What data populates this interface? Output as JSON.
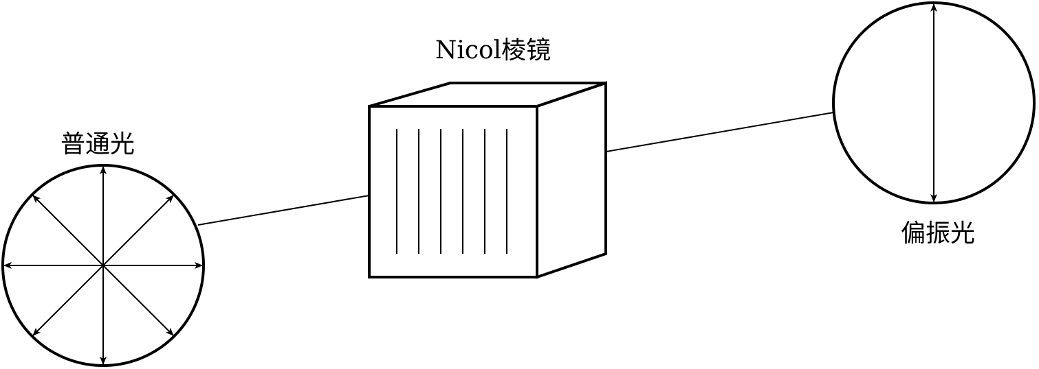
{
  "labels": {
    "natural_light": "普通光",
    "prism": "Nicol棱镜",
    "polarized_light": "偏振光"
  },
  "colors": {
    "stroke": "#000000",
    "background": "#ffffff"
  }
}
